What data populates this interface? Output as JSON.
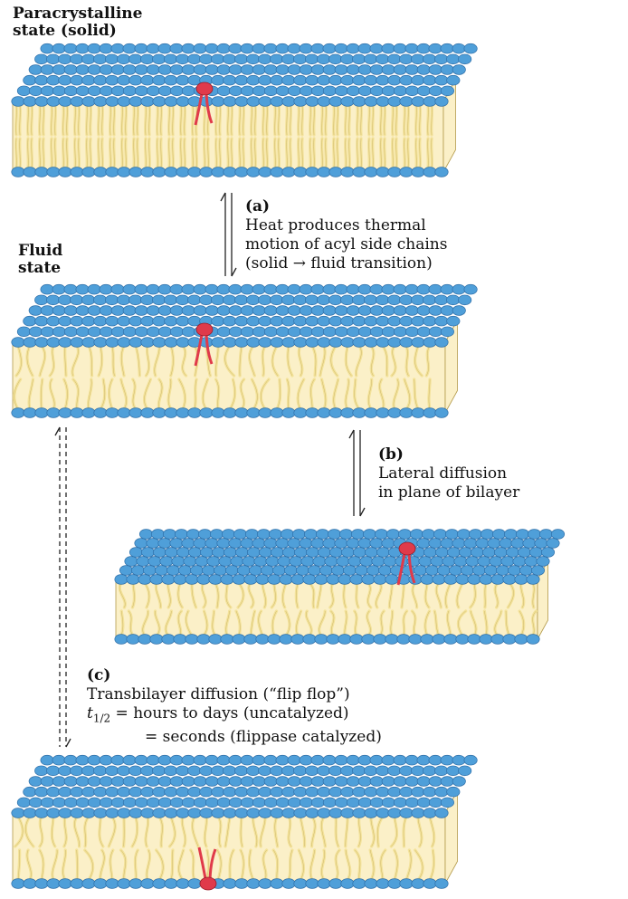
{
  "states": {
    "solid_label": [
      "Paracrystalline",
      "state (solid)"
    ],
    "fluid_label": [
      "Fluid",
      "state"
    ]
  },
  "steps": {
    "a": {
      "tag": "(a)",
      "lines": [
        "Heat produces thermal",
        "motion of acyl side chains",
        "(solid → fluid transition)"
      ]
    },
    "b": {
      "tag": "(b)",
      "lines": [
        "Lateral diffusion",
        "in plane of bilayer"
      ]
    },
    "c": {
      "tag": "(c)",
      "line1": "Transbilayer diffusion (“flip flop”)",
      "t_symbol": "t",
      "t_sub": "1/2",
      "line2_rest": " = hours to days (uncatalyzed)",
      "line3": "= seconds (flippase catalyzed)"
    }
  },
  "colors": {
    "headgroup": "#4f9fd9",
    "headgroup_edge": "#2f6fa8",
    "core": "#fbf0c8",
    "tail": "#f3e29a",
    "tail_edge": "#b39a4a",
    "marked_lipid": "#e03a4a"
  }
}
